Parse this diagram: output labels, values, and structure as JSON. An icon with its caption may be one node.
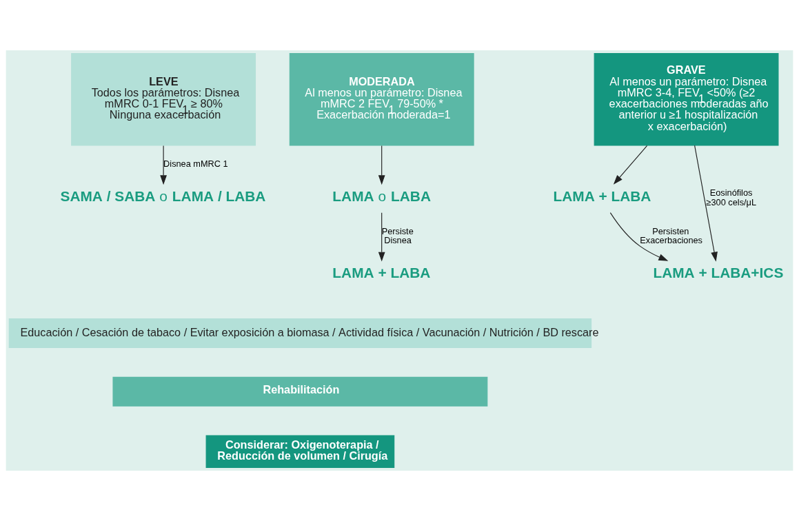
{
  "diagram": {
    "nodes": [
      {
        "text": [
          "LEVE",
          "Todos los parámetros: Disnea mMRC 0-1 FEV$_{1}$ ≥ 80% Ninguna exacerbación"
        ]
      },
      {
        "text": [
          "MODERADA",
          "Al menos un parámetro: Disnea mMRC 2 FEV$_{1}$ 79-50% * Exacerbación moderada=1"
        ]
      },
      {
        "text": [
          "GRAVE",
          "Al menos un parámetro: Disnea mMRC 3-4, FEV$_{1}$ <50% (≥2 exacerbaciones moderadas año anterior u ≥1 hospitalización x exacerbación)"
        ]
      },
      {
        "text": [
          "**SAMA / SABA** o **LAMA / LABA**"
        ]
      },
      {
        "text": [
          "**LAMA** o **LABA**"
        ]
      },
      {
        "text": [
          "**LAMA + LABA**"
        ]
      },
      {
        "text": [
          "**LAMA + LABA**"
        ]
      },
      {
        "text": [
          "**LAMA + LABA+ICS**"
        ]
      },
      {
        "text": [
          "Educación / Cesación de tabaco / Evitar exposición a biomasa / Actividad física / Vacunación / Nutrición / BD rescare"
        ]
      },
      {
        "text": [
          "Rehabilitación"
        ]
      },
      {
        "text": [
          "Considerar: Oxigenoterapia / Reducción de volumen / Cirugía"
        ]
      }
    ],
    "edges": [
      {
        "from": 0,
        "to": 3,
        "arrow": "to",
        "label": "Disnea mMRC 1"
      },
      {
        "from": 1,
        "to": 4,
        "arrow": "to"
      },
      {
        "from": 4,
        "to": 5,
        "arrow": "to",
        "label": "Persiste Disnea"
      },
      {
        "from": 2,
        "to": 6,
        "arrow": "to"
      },
      {
        "from": 6,
        "to": 7,
        "arrow": "to",
        "label": "Persisten Exacerbaciones"
      },
      {
        "from": 2,
        "to": 7,
        "arrow": "to",
        "label": "Eosinófilos ≥300 cels/μL"
      }
    ]
  }
}
